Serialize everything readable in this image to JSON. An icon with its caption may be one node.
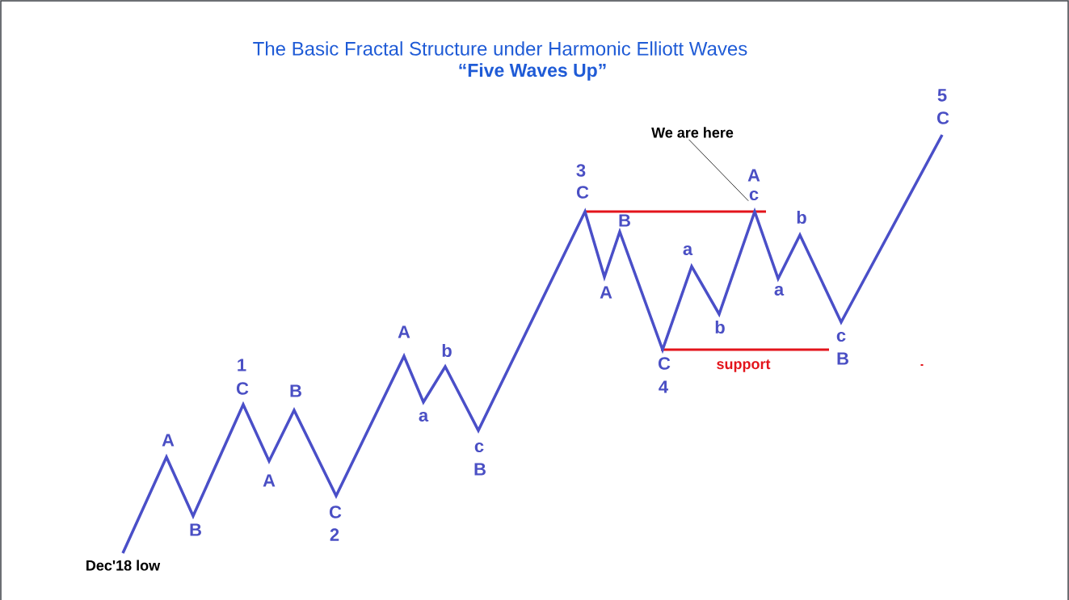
{
  "diagram": {
    "title": "The Basic Fractal Structure under Harmonic Elliott Waves",
    "nodes": [
      {
        "text": [
          "We are here"
        ]
      },
      {
        "text": [
          "c"
        ]
      }
    ],
    "edges": [
      {
        "from": 0,
        "to": 1,
        "arrow": "none"
      }
    ],
    "labels": [
      "“Five Waves Up”",
      "Dec'18 low",
      "A",
      "B",
      "1",
      "C",
      "A",
      "B",
      "C",
      "2",
      "A",
      "a",
      "b",
      "c",
      "B",
      "3",
      "C",
      "A",
      "B",
      "C",
      "4",
      "a",
      "b",
      "support",
      "A",
      "a",
      "b",
      "c",
      "B",
      "5",
      "C"
    ]
  }
}
